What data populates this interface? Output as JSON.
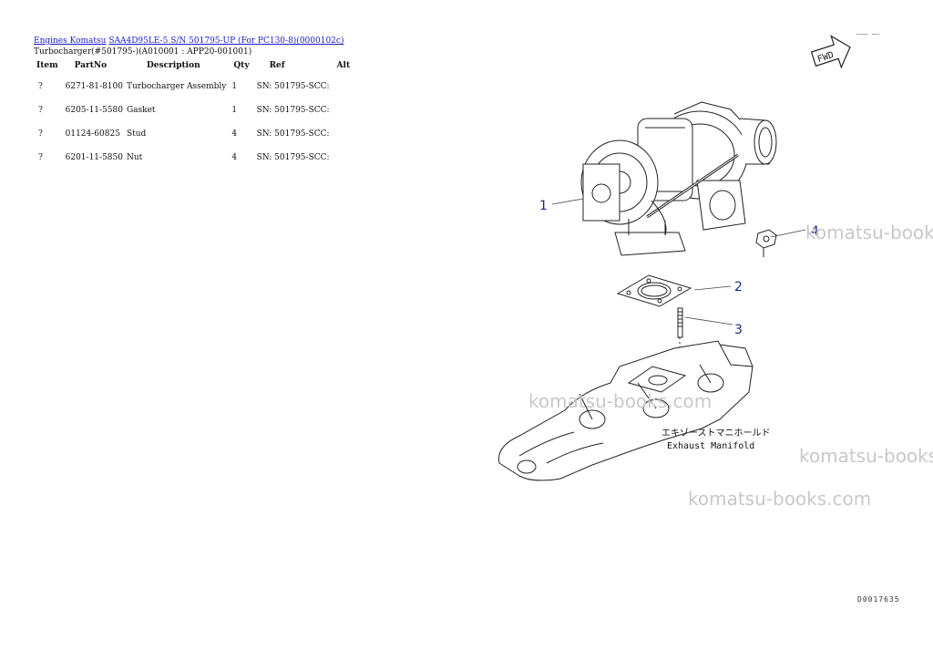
{
  "breadcrumb": {
    "link1": "Engines Komatsu",
    "link2": "SAA4D95LE-5 S/N 501795-UP (For PC130-8)(0000102c)"
  },
  "subtitle": "Turbocharger(#501795-)(A010001 : APP20-001001)",
  "table": {
    "headers": {
      "item": "Item",
      "partno": "PartNo",
      "desc": "Description",
      "qty": "Qty",
      "ref": "Ref",
      "alt": "Alt"
    },
    "rows": [
      {
        "item": "?",
        "partno": "6271-81-8100",
        "desc": "Turbocharger Assembly",
        "qty": "1",
        "ref": "SN: 501795-SCC:",
        "alt": ""
      },
      {
        "item": "?",
        "partno": "6205-11-5580",
        "desc": "Gasket",
        "qty": "1",
        "ref": "SN: 501795-SCC:",
        "alt": ""
      },
      {
        "item": "?",
        "partno": "01124-60825",
        "desc": "Stud",
        "qty": "4",
        "ref": "SN: 501795-SCC:",
        "alt": ""
      },
      {
        "item": "?",
        "partno": "6201-11-5850",
        "desc": "Nut",
        "qty": "4",
        "ref": "SN: 501795-SCC:",
        "alt": ""
      }
    ]
  },
  "diagram": {
    "callouts": [
      "1",
      "2",
      "3",
      "4"
    ],
    "label_jp": "エキゾーストマニホールド",
    "label_en": "Exhaust Manifold",
    "fwd": "FWD",
    "figure_no": "D0017635",
    "top_code": "——— ——"
  },
  "watermark": "komatsu-books.com"
}
